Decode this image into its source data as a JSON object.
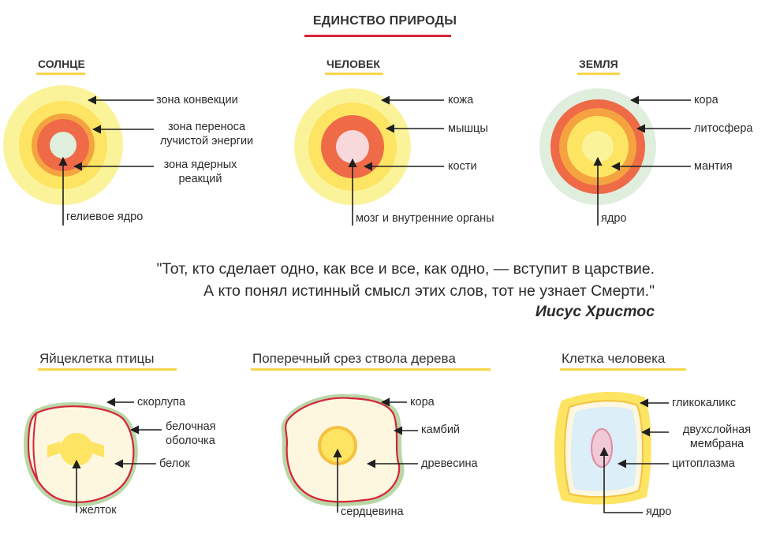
{
  "title": "ЕДИНСТВО ПРИРОДЫ",
  "top": {
    "sun": {
      "heading": "СОЛНЦЕ",
      "labels": {
        "convection": "зона конвекции",
        "transfer_1": "зона переноса",
        "transfer_2": "лучистой энергии",
        "nuclear_1": "зона ядерных",
        "nuclear_2": "реакций",
        "core": "гелиевое ядро"
      }
    },
    "human": {
      "heading": "ЧЕЛОВЕК",
      "labels": {
        "skin": "кожа",
        "muscles": "мышцы",
        "bones": "кости",
        "organs": "мозг и внутренние органы"
      }
    },
    "earth": {
      "heading": "ЗЕМЛЯ",
      "labels": {
        "crust": "кора",
        "lithosphere": "литосфера",
        "mantle": "мантия",
        "core": "ядро"
      }
    }
  },
  "quote": {
    "line1": "\"Тот, кто сделает одно, как все и все, как одно, — вступит в царствие.",
    "line2": "А кто понял истинный смысл этих слов, тот не узнает Смерти.\"",
    "author": "Иисус Христос"
  },
  "bottom": {
    "egg": {
      "heading": "Яйцеклетка птицы",
      "labels": {
        "shell": "скорлупа",
        "membrane_1": "белочная",
        "membrane_2": "оболочка",
        "white": "белок",
        "yolk": "желток"
      }
    },
    "tree": {
      "heading": "Поперечный срез ствола дерева",
      "labels": {
        "bark": "кора",
        "cambium": "камбий",
        "wood": "древесина",
        "pith": "сердцевина"
      }
    },
    "cell": {
      "heading": "Клетка человека",
      "labels": {
        "glycocalyx": "гликокаликс",
        "bilayer_1": "двухслойная",
        "bilayer_2": "мембрана",
        "cytoplasm": "цитоплазма",
        "nucleus": "ядро"
      }
    }
  },
  "colors": {
    "accent_red": "#d6243a",
    "heading_underline": "#f6d54a",
    "yellow_light": "#fbf39a",
    "yellow": "#fde462",
    "orange": "#f4a340",
    "red_orange": "#ef6a47",
    "pale_green": "#dfeedd"
  }
}
